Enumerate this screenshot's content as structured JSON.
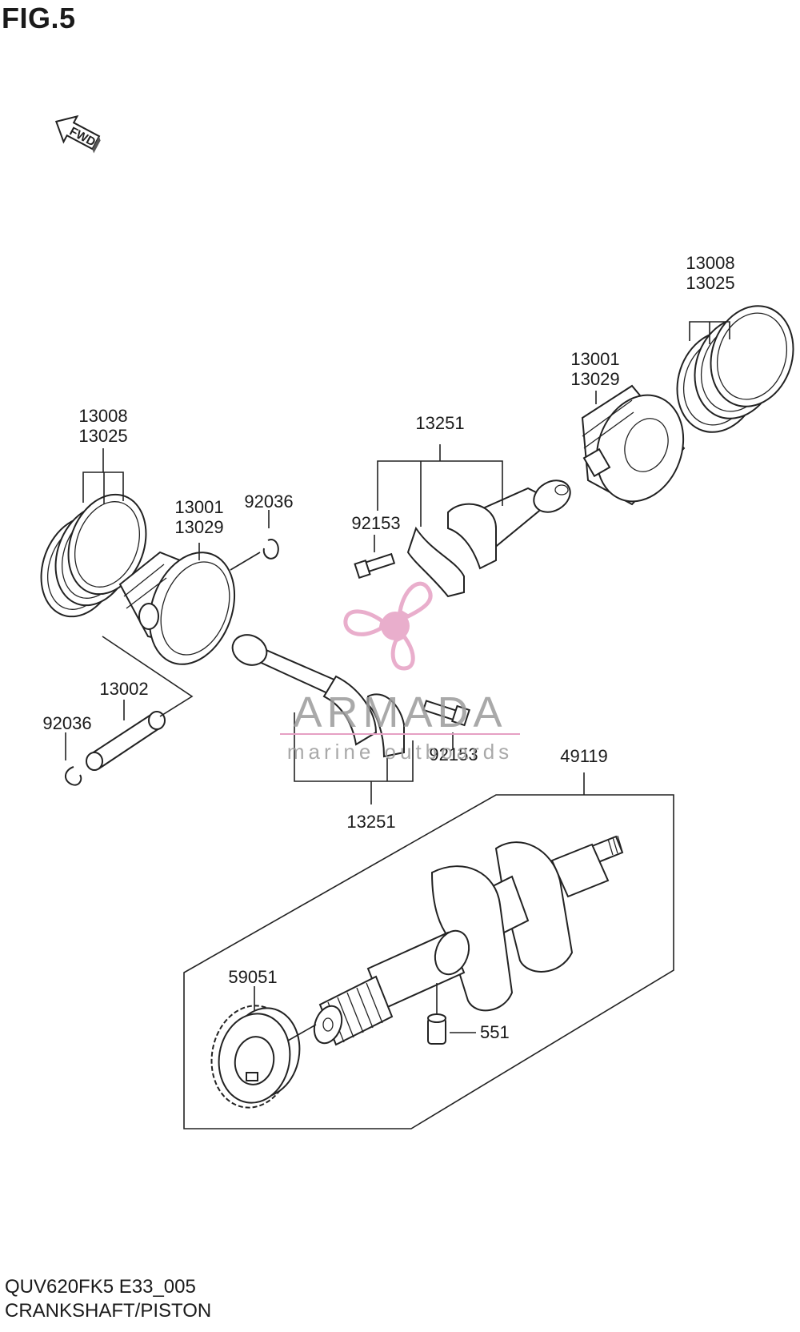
{
  "figure_title": "FIG.5",
  "fwd_label": "FWD",
  "footer": {
    "code": "QUV620FK5 E33_005",
    "name": "CRANKSHAFT/PISTON"
  },
  "watermark": {
    "brand": "ARMADA",
    "tagline": "marine outboards",
    "color": "#e6a0c4"
  },
  "callouts": {
    "rings_right_a": "13008",
    "rings_right_b": "13025",
    "piston_right_a": "13001",
    "piston_right_b": "13029",
    "rod_right": "13251",
    "bolt_right": "92153",
    "rings_left_a": "13008",
    "rings_left_b": "13025",
    "piston_left_a": "13001",
    "piston_left_b": "13029",
    "clip_upper": "92036",
    "pin": "13002",
    "clip_lower": "92036",
    "bolt_left": "92153",
    "rod_left": "13251",
    "crankshaft": "49119",
    "gear": "59051",
    "dowel": "551"
  }
}
